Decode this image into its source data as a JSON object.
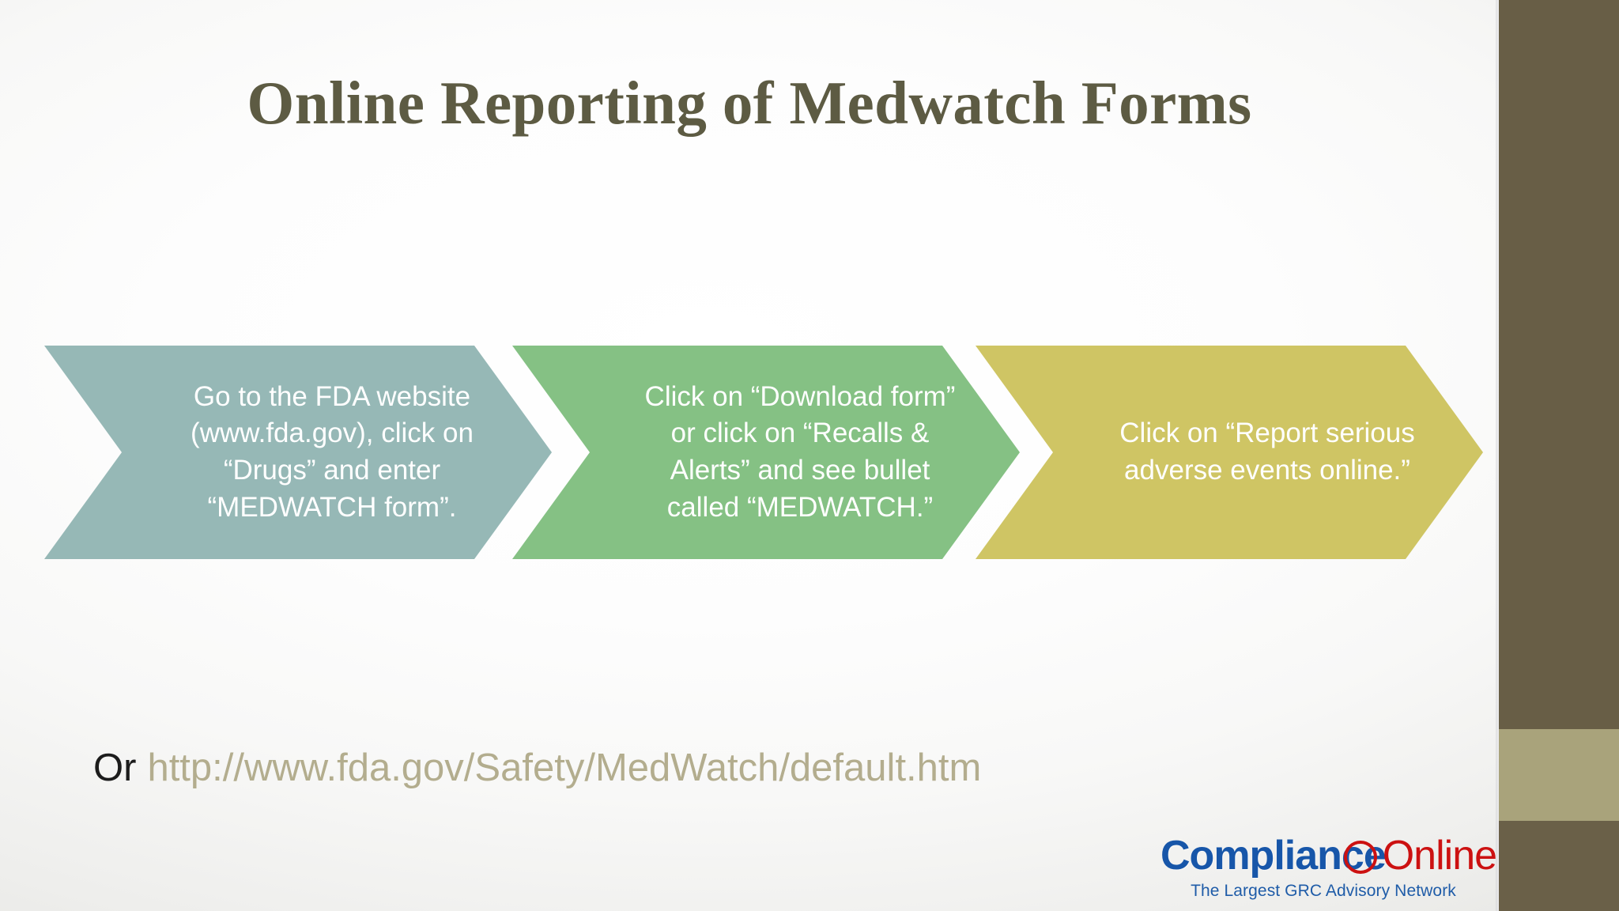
{
  "slide": {
    "title": "Online Reporting of Medwatch Forms"
  },
  "process": {
    "steps": [
      {
        "label": "Go to the FDA website (www.fda.gov), click on “Drugs” and enter “MEDWATCH form”.",
        "color": "#96b8b6"
      },
      {
        "label": "Click on “Download form” or click on “Recalls & Alerts” and see bullet called “MEDWATCH.”",
        "color": "#85c184"
      },
      {
        "label": "Click on “Report serious adverse events online.”",
        "color": "#cfc564"
      }
    ]
  },
  "footer": {
    "or_label": "Or",
    "url": "http://www.fda.gov/Safety/MedWatch/default.htm"
  },
  "logo": {
    "brand_first": "Compliance",
    "brand_second": "Online",
    "tagline": "The Largest GRC Advisory Network",
    "brand_first_color": "#1756a9",
    "brand_second_color": "#cc1111",
    "tagline_color": "#1f5ca8"
  },
  "theme": {
    "title_color": "#5d5b43",
    "url_color": "#b3ad8e",
    "sidebar_dark": "#685e46",
    "sidebar_light": "#a9a37b"
  }
}
